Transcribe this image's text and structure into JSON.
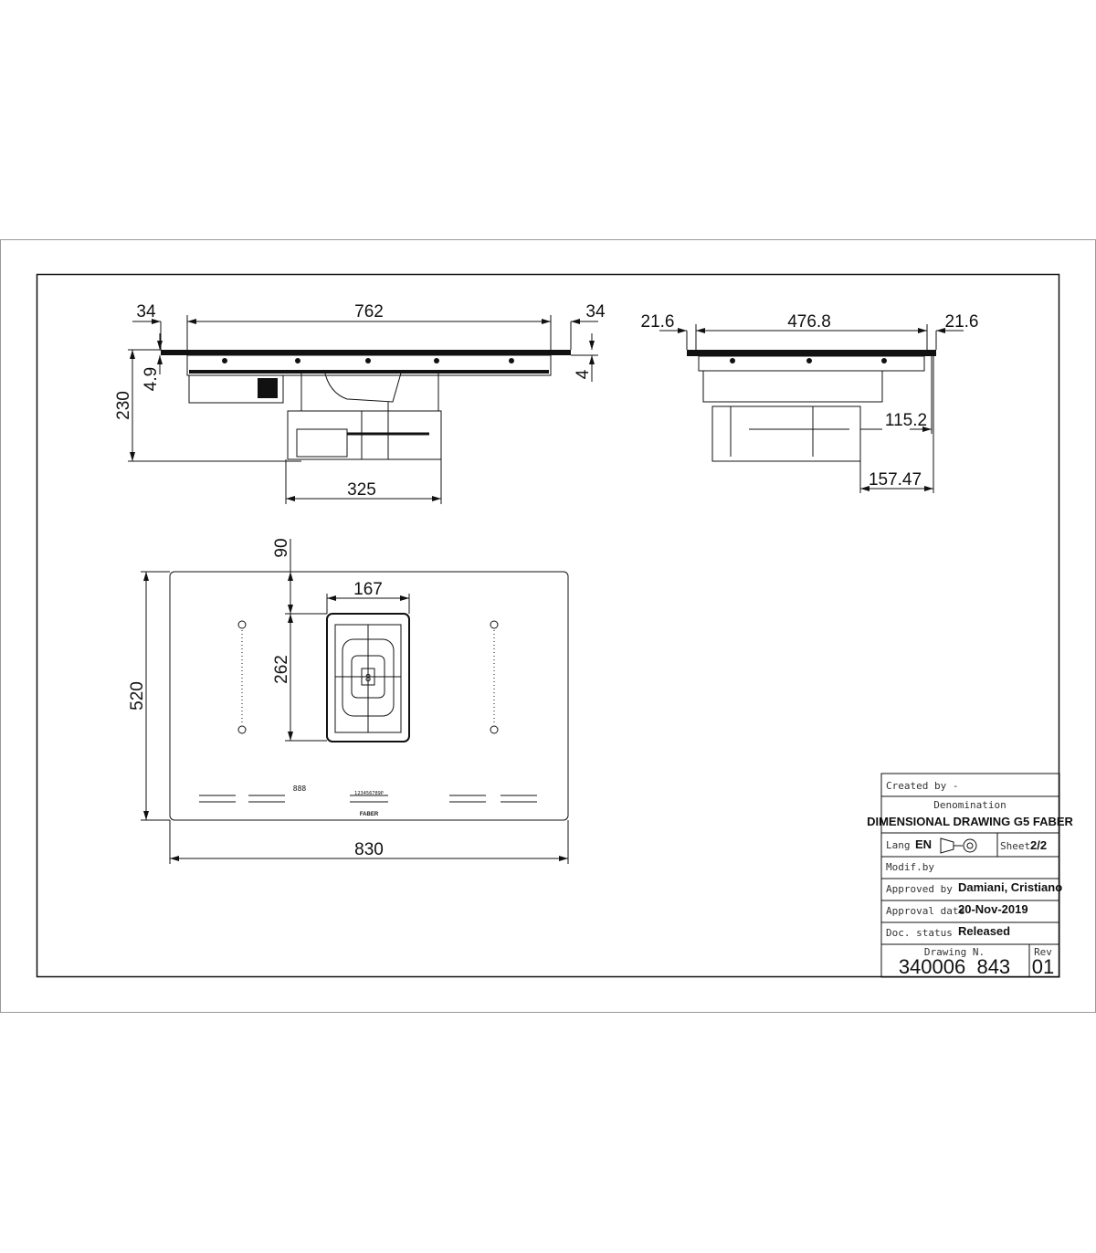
{
  "front_view": {
    "dim_left_overhang": "34",
    "dim_body_width": "762",
    "dim_right_overhang": "34",
    "dim_glass_left": "4.9",
    "dim_glass_right": "4",
    "dim_height": "230",
    "dim_unit_width": "325"
  },
  "side_view": {
    "dim_left": "21.6",
    "dim_depth": "476.8",
    "dim_right": "21.6",
    "dim_offset_1": "115.2",
    "dim_offset_2": "157.47"
  },
  "top_view": {
    "dim_hood_offset": "90",
    "dim_hood_width": "167",
    "dim_hood_depth": "262",
    "dim_depth": "520",
    "dim_width": "830",
    "logo": "FABER",
    "hood_display": "8",
    "timer_display": "888",
    "center_scale": "123456789P"
  },
  "title_block": {
    "created_by": "Created by -",
    "denomination_label": "Denomination",
    "denomination": "DIMENSIONAL DRAWING G5 FABER",
    "lang_label": "Lang",
    "lang": "EN",
    "sheet_label": "Sheet",
    "sheet": "2/2",
    "modif_label": "Modif.by",
    "approved_label": "Approved by",
    "approved": "Damiani, Cristiano",
    "date_label": "Approval date",
    "date": "20-Nov-2019",
    "status_label": "Doc. status",
    "status": "Released",
    "drawing_label": "Drawing N.",
    "drawing": "340006_843",
    "rev_label": "Rev",
    "rev": "01"
  }
}
